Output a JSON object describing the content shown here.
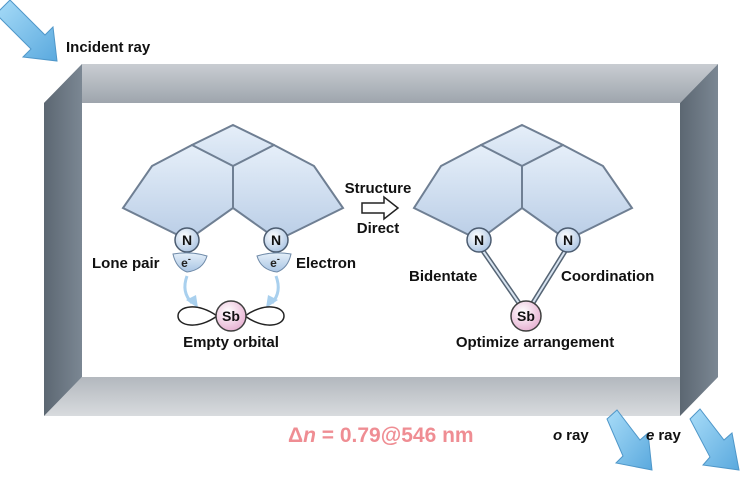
{
  "labels": {
    "incident_ray": "Incident ray",
    "structure_direct_line1": "Structure",
    "structure_direct_line2": "Direct",
    "lone_pair": "Lone pair",
    "electron": "Electron",
    "empty_orbital": "Empty orbital",
    "bidentate": "Bidentate",
    "coordination": "Coordination",
    "optimize_arrangement": "Optimize arrangement",
    "o_ray": "o ray",
    "e_ray": "e ray"
  },
  "atoms": {
    "nitrogen": "N",
    "antimony": "Sb",
    "electron_symbol": "e"
  },
  "birefringence": {
    "symbol": "Δ",
    "variable": "n",
    "equals": " = ",
    "value": "0.79",
    "at": "@",
    "wavelength": "546",
    "unit": " nm"
  },
  "colors": {
    "hexagon_fill": "#cfe0f3",
    "hexagon_stroke": "#6f7f93",
    "prism_side": "#6d7a87",
    "prism_top": "#b7bdc4",
    "formula": "#ef8d93",
    "sb_fill": "#f2d2e4",
    "arrow_fill": "#7cc3ee"
  }
}
